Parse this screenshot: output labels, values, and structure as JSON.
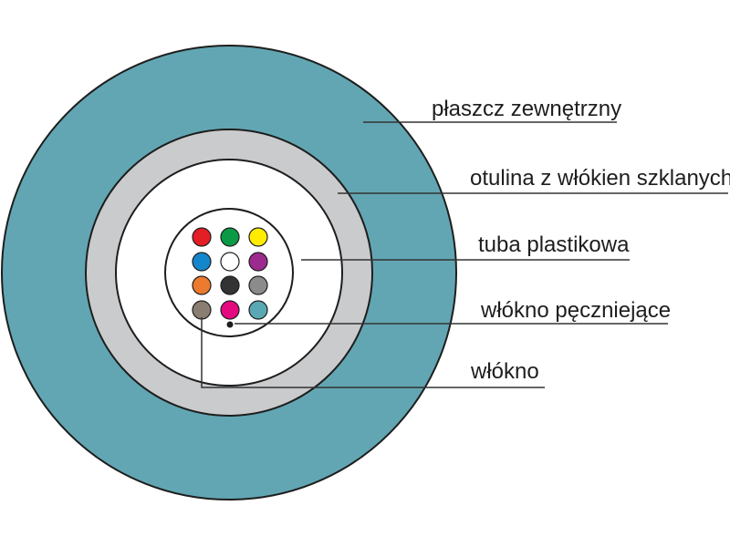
{
  "labels": {
    "outer_jacket": "płaszcz zewnętrzny",
    "glass_yarn": "otulina z włókien szklanych",
    "plastic_tube": "tuba plastikowa",
    "swelling_fiber": "włókno pęczniejące",
    "fiber": "włókno"
  },
  "colors": {
    "outer_jacket": "#62a6b3",
    "glass_yarn": "#cacbcd",
    "tube_fill": "#ffffff",
    "outline": "#1e1e1e",
    "leader_line": "#333333"
  },
  "fibers": [
    {
      "name": "red",
      "color": "#e31e24"
    },
    {
      "name": "green",
      "color": "#0a9a46"
    },
    {
      "name": "yellow",
      "color": "#ffec00"
    },
    {
      "name": "blue",
      "color": "#1487cc"
    },
    {
      "name": "white",
      "color": "#ffffff"
    },
    {
      "name": "violet",
      "color": "#9c2b8f"
    },
    {
      "name": "orange",
      "color": "#ec7a2f"
    },
    {
      "name": "black",
      "color": "#333333"
    },
    {
      "name": "grey",
      "color": "#8b8b8c"
    },
    {
      "name": "brown",
      "color": "#8a7d72"
    },
    {
      "name": "pink",
      "color": "#e5097f"
    },
    {
      "name": "aqua",
      "color": "#5ba8b5"
    }
  ]
}
